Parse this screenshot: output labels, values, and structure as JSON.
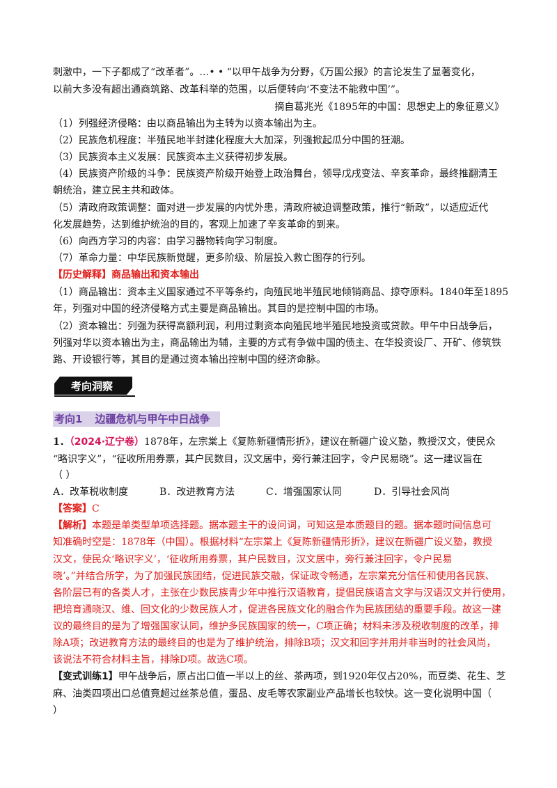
{
  "quote": {
    "line1": "刺激中，一下子都成了“改革者”。…• • “以甲午战争为分野，《万国公报》的言论发生了显著变化，",
    "line2": "以前大多没有超出通商筑路、改革科举的范围，以后便转向‘不变法不能救中国’”。",
    "source": "摘自葛兆光《1895年的中国：思想史上的象征意义》"
  },
  "points": [
    "（1）列强经济侵略：由以商品输出为主转为以资本输出为主。",
    "（2）民族危机程度：半殖民地半封建化程度大大加深，列强掀起瓜分中国的狂潮。",
    "（3）民族资本主义发展：民族资本主义获得初步发展。",
    "（4）民族资产阶级的斗争：民族资产阶级开始登上政治舞台，领导戊戌变法、辛亥革命，最终推翻清王",
    "朝统治，建立民主共和政体。",
    "（5）清政府政策调整：面对进一步发展的内忧外患，清政府被迫调整政策，推行“新政”，以适应近代",
    "化发展趋势，达到维护统治的目的，客观上加速了辛亥革命的到来。",
    "（6）向西方学习的内容：由学习器物转向学习制度。",
    "（7）革命力量：中华民族新觉醒，更多阶级、阶层投入救亡图存的行列。"
  ],
  "history": {
    "heading": "【历史解释】商品输出和资本输出",
    "lines": [
      "（1）商品输出：资本主义国家通过不平等条约，向殖民地半殖民地倾销商品、掠夺原料。1840年至1895",
      "年，列强对中国的经济侵略方式主要是商品输出。其目的是控制中国的市场。",
      "（2）资本输出：列强为获得高额利润，利用过剩资本向殖民地半殖民地投资或贷款。甲午中日战争后，",
      "列强对华以资本输出为主，商品输出为辅，主要的方式有争做中国的债主、在华投资设厂、开矿、修筑铁",
      "路、开设银行等，其目的是通过资本输出控制中国的经济命脉。"
    ]
  },
  "section_title": "考向洞察",
  "kaoxiang": {
    "label": "考向1",
    "title": "边疆危机与甲午中日战争"
  },
  "question1": {
    "number": "1．",
    "tag": "（2024·辽宁卷）",
    "line1_rest": "1878年，左宗棠上《复陈新疆情形折》，建议在新疆广设义塾，教授汉文，使民众",
    "line2": "“略识字义”，“征收所用券票，其户民数目，汉文居中，旁行兼注回字，令户民易晓”。这一建议旨在",
    "line3": "（        ）",
    "options": [
      "A．改革税收制度",
      "B．改进教育方法",
      "C．增强国家认同",
      "D．引导社会风尚"
    ],
    "answer_label": "【答案】",
    "answer_value": "C",
    "analysis_label": "【解析】",
    "analysis_lines": [
      "本题是单类型单项选择题。据本题主干的设问词，可知这是本质题目的题。据本题时间信息可",
      "知准确时空是：1878年（中国）。根据材料“左宗棠上《复陈新疆情形折》，建议在新疆广设义塾，教授",
      "汉文，使民众‘略识字义’，‘征收所用券票，其户民数目，汉文居中，旁行兼注回字，令户民易",
      "晓’。”并结合所学，为了加强民族团结，促进民族交融，保证政令畅通，左宗棠充分信任和使用各民族、",
      "各阶层已有的各类人才，主张在少数民族青少年中推行汉语教育，提倡民族语言文字与汉语汉文并行使用，",
      "把培育通晓汉、维、回文化的少数民族人才，促进各民族文化的融合作为民族团结的重要手段。故这一建",
      "议的最终目的是为了增强国家认同，维护多民族国家的统一，C项正确；材料未涉及税收制度的改革，排",
      "除A项；改进教育方法的最终目的也是为了维护统治，排除B项；汉文和回字并用并非当时的社会风尚，",
      "该说法不符合材料主旨，排除D项。故选C项。"
    ]
  },
  "variant": {
    "label": "【变式训练1】",
    "line1_rest": "甲午战争后，原占出口值一半以上的丝、茶两项，到1920年仅占20%，而豆类、花生、芝",
    "line2": "麻、油类四项出口总值竟超过丝茶总值，蛋品、皮毛等农家副业产品增长也较快。这一变化说明中国（",
    "line3": "）"
  }
}
